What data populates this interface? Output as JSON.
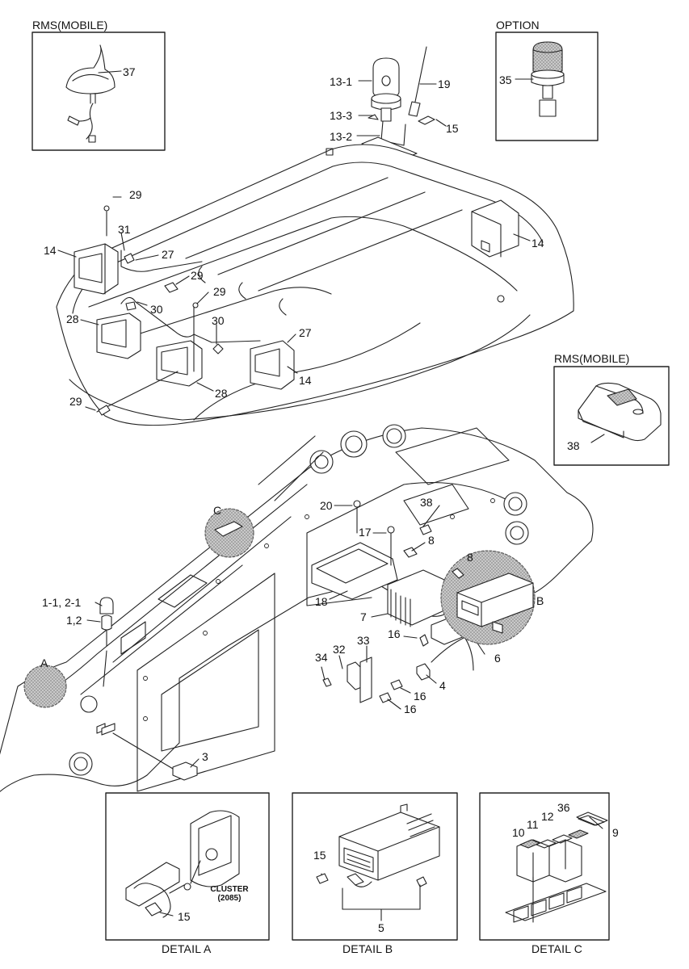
{
  "titles": {
    "rms_top": "RMS(MOBILE)",
    "option": "OPTION",
    "rms_right": "RMS(MOBILE)"
  },
  "captions": {
    "detail_a": "DETAIL A",
    "detail_b": "DETAIL B",
    "detail_c": "DETAIL C"
  },
  "cluster": {
    "line1": "CLUSTER",
    "line2": "(2085)"
  },
  "callouts": {
    "p37": "37",
    "p13_1": "13-1",
    "p13_3": "13-3",
    "p13_2": "13-2",
    "p19": "19",
    "p15_top": "15",
    "p35": "35",
    "p29_a": "29",
    "p31": "31",
    "p14_left": "14",
    "p27_a": "27",
    "p29_b": "29",
    "p30_a": "30",
    "p28_a": "28",
    "p29_c": "29",
    "p30_b": "30",
    "p27_b": "27",
    "p14_mid": "14",
    "p28_b": "28",
    "p29_d": "29",
    "p14_right": "14",
    "p38_rms": "38",
    "zone_c": "C",
    "p20": "20",
    "p38": "38",
    "p17": "17",
    "p8_a": "8",
    "p8_b": "8",
    "zone_b": "B",
    "p1_1_2_1": "1-1, 2-1",
    "p1_2": "1,2",
    "p18": "18",
    "p7": "7",
    "p16_a": "16",
    "p6": "6",
    "p33": "33",
    "p32": "32",
    "p34": "34",
    "zone_a": "A",
    "p4": "4",
    "p16_b": "16",
    "p16_c": "16",
    "p3": "3",
    "p15_a": "15",
    "p15_b": "15",
    "p5": "5",
    "p36": "36",
    "p12": "12",
    "p11": "11",
    "p10": "10",
    "p9": "9"
  }
}
